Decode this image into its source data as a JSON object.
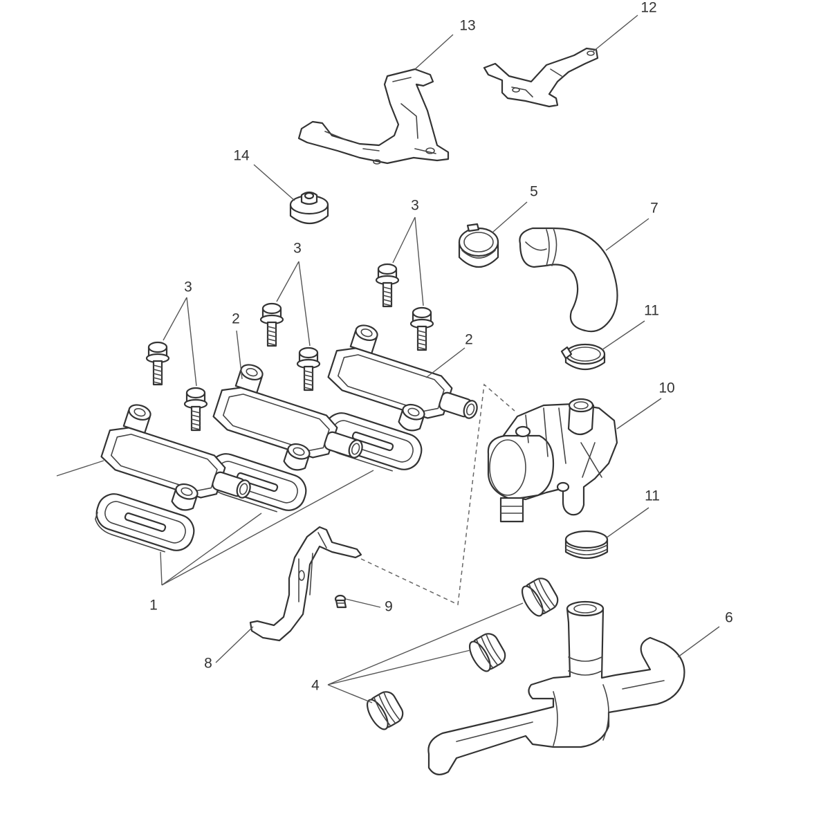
{
  "diagram": {
    "callouts": {
      "c1": "1",
      "c2a": "2",
      "c2b": "2",
      "c3a": "3",
      "c3b": "3",
      "c3c": "3",
      "c4": "4",
      "c5": "5",
      "c6": "6",
      "c7": "7",
      "c8": "8",
      "c9": "9",
      "c10": "10",
      "c11a": "11",
      "c11b": "11",
      "c12": "12",
      "c13": "13",
      "c14": "14"
    }
  }
}
